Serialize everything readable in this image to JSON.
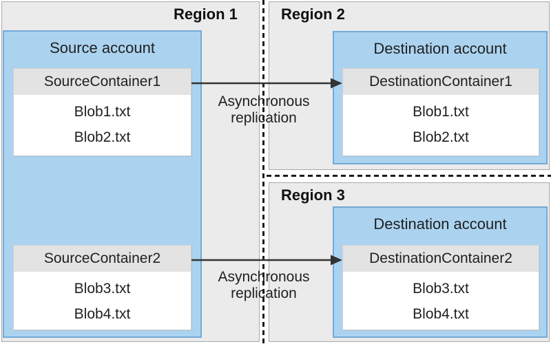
{
  "regions": {
    "region1": {
      "label": "Region 1",
      "account_title": "Source account",
      "containers": [
        {
          "name": "SourceContainer1",
          "blobs": [
            "Blob1.txt",
            "Blob2.txt"
          ]
        },
        {
          "name": "SourceContainer2",
          "blobs": [
            "Blob3.txt",
            "Blob4.txt"
          ]
        }
      ]
    },
    "region2": {
      "label": "Region 2",
      "account_title": "Destination account",
      "containers": [
        {
          "name": "DestinationContainer1",
          "blobs": [
            "Blob1.txt",
            "Blob2.txt"
          ]
        }
      ]
    },
    "region3": {
      "label": "Region 3",
      "account_title": "Destination account",
      "containers": [
        {
          "name": "DestinationContainer2",
          "blobs": [
            "Blob3.txt",
            "Blob4.txt"
          ]
        }
      ]
    }
  },
  "arrows": [
    {
      "label": "Asynchronous replication"
    },
    {
      "label": "Asynchronous replication"
    }
  ],
  "colors": {
    "region_fill": "#ebebeb",
    "region_border": "#a9a9a9",
    "account_fill": "#abd3f0",
    "account_border": "#74a9d6",
    "container_header_fill": "#e3e3e3",
    "dashed_line": "#1a1a1a",
    "arrow": "#333333",
    "text": "#1f1f1f"
  }
}
